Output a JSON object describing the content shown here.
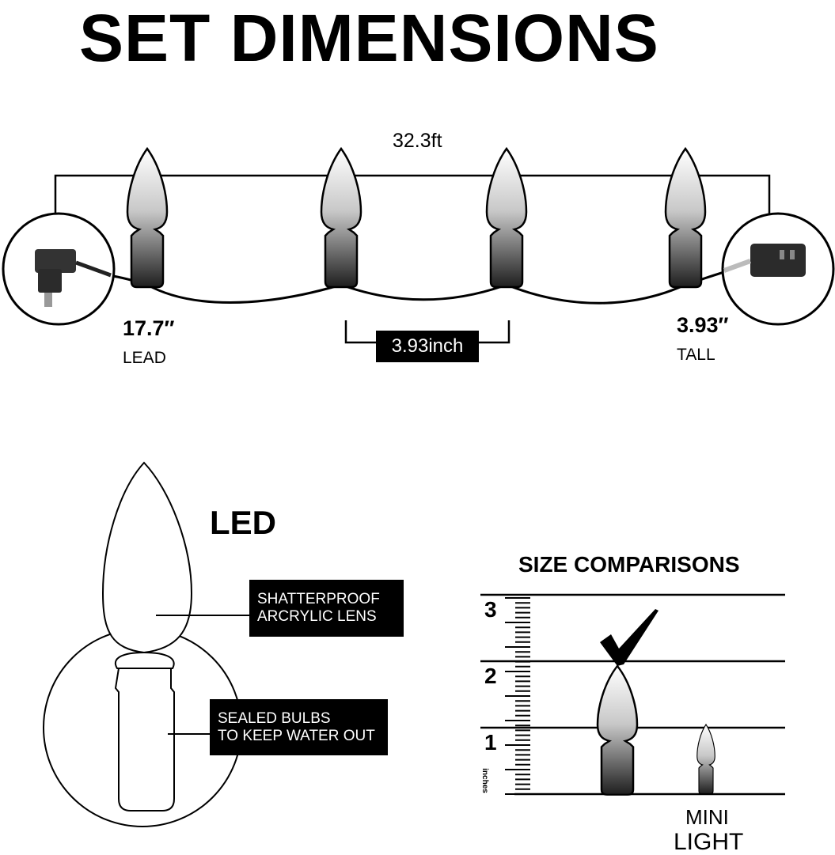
{
  "title": "SET DIMENSIONS",
  "string_diagram": {
    "total_length": "32.3ft",
    "lead_value": "17.7″",
    "lead_label": "LEAD",
    "spacing": "3.93inch",
    "tall_value": "3.93″",
    "tall_label": "TALL",
    "bulb_count_shown": 4
  },
  "bulb_detail": {
    "type_label": "LED",
    "callout_lens": [
      "SHATTERPROOF",
      "ARCRYLIC LENS"
    ],
    "callout_seal": [
      "SEALED BULBS",
      "TO KEEP WATER OUT"
    ]
  },
  "size_comparison": {
    "title": "SIZE COMPARISONS",
    "ruler_labels": [
      "3",
      "2",
      "1"
    ],
    "unit": "inches",
    "mini_label": [
      "MINI",
      "LIGHT"
    ],
    "selected_icon": "checkmark-icon"
  },
  "colors": {
    "ink": "#000000",
    "background": "#ffffff",
    "bulb_dark": "#2a2a2a"
  }
}
